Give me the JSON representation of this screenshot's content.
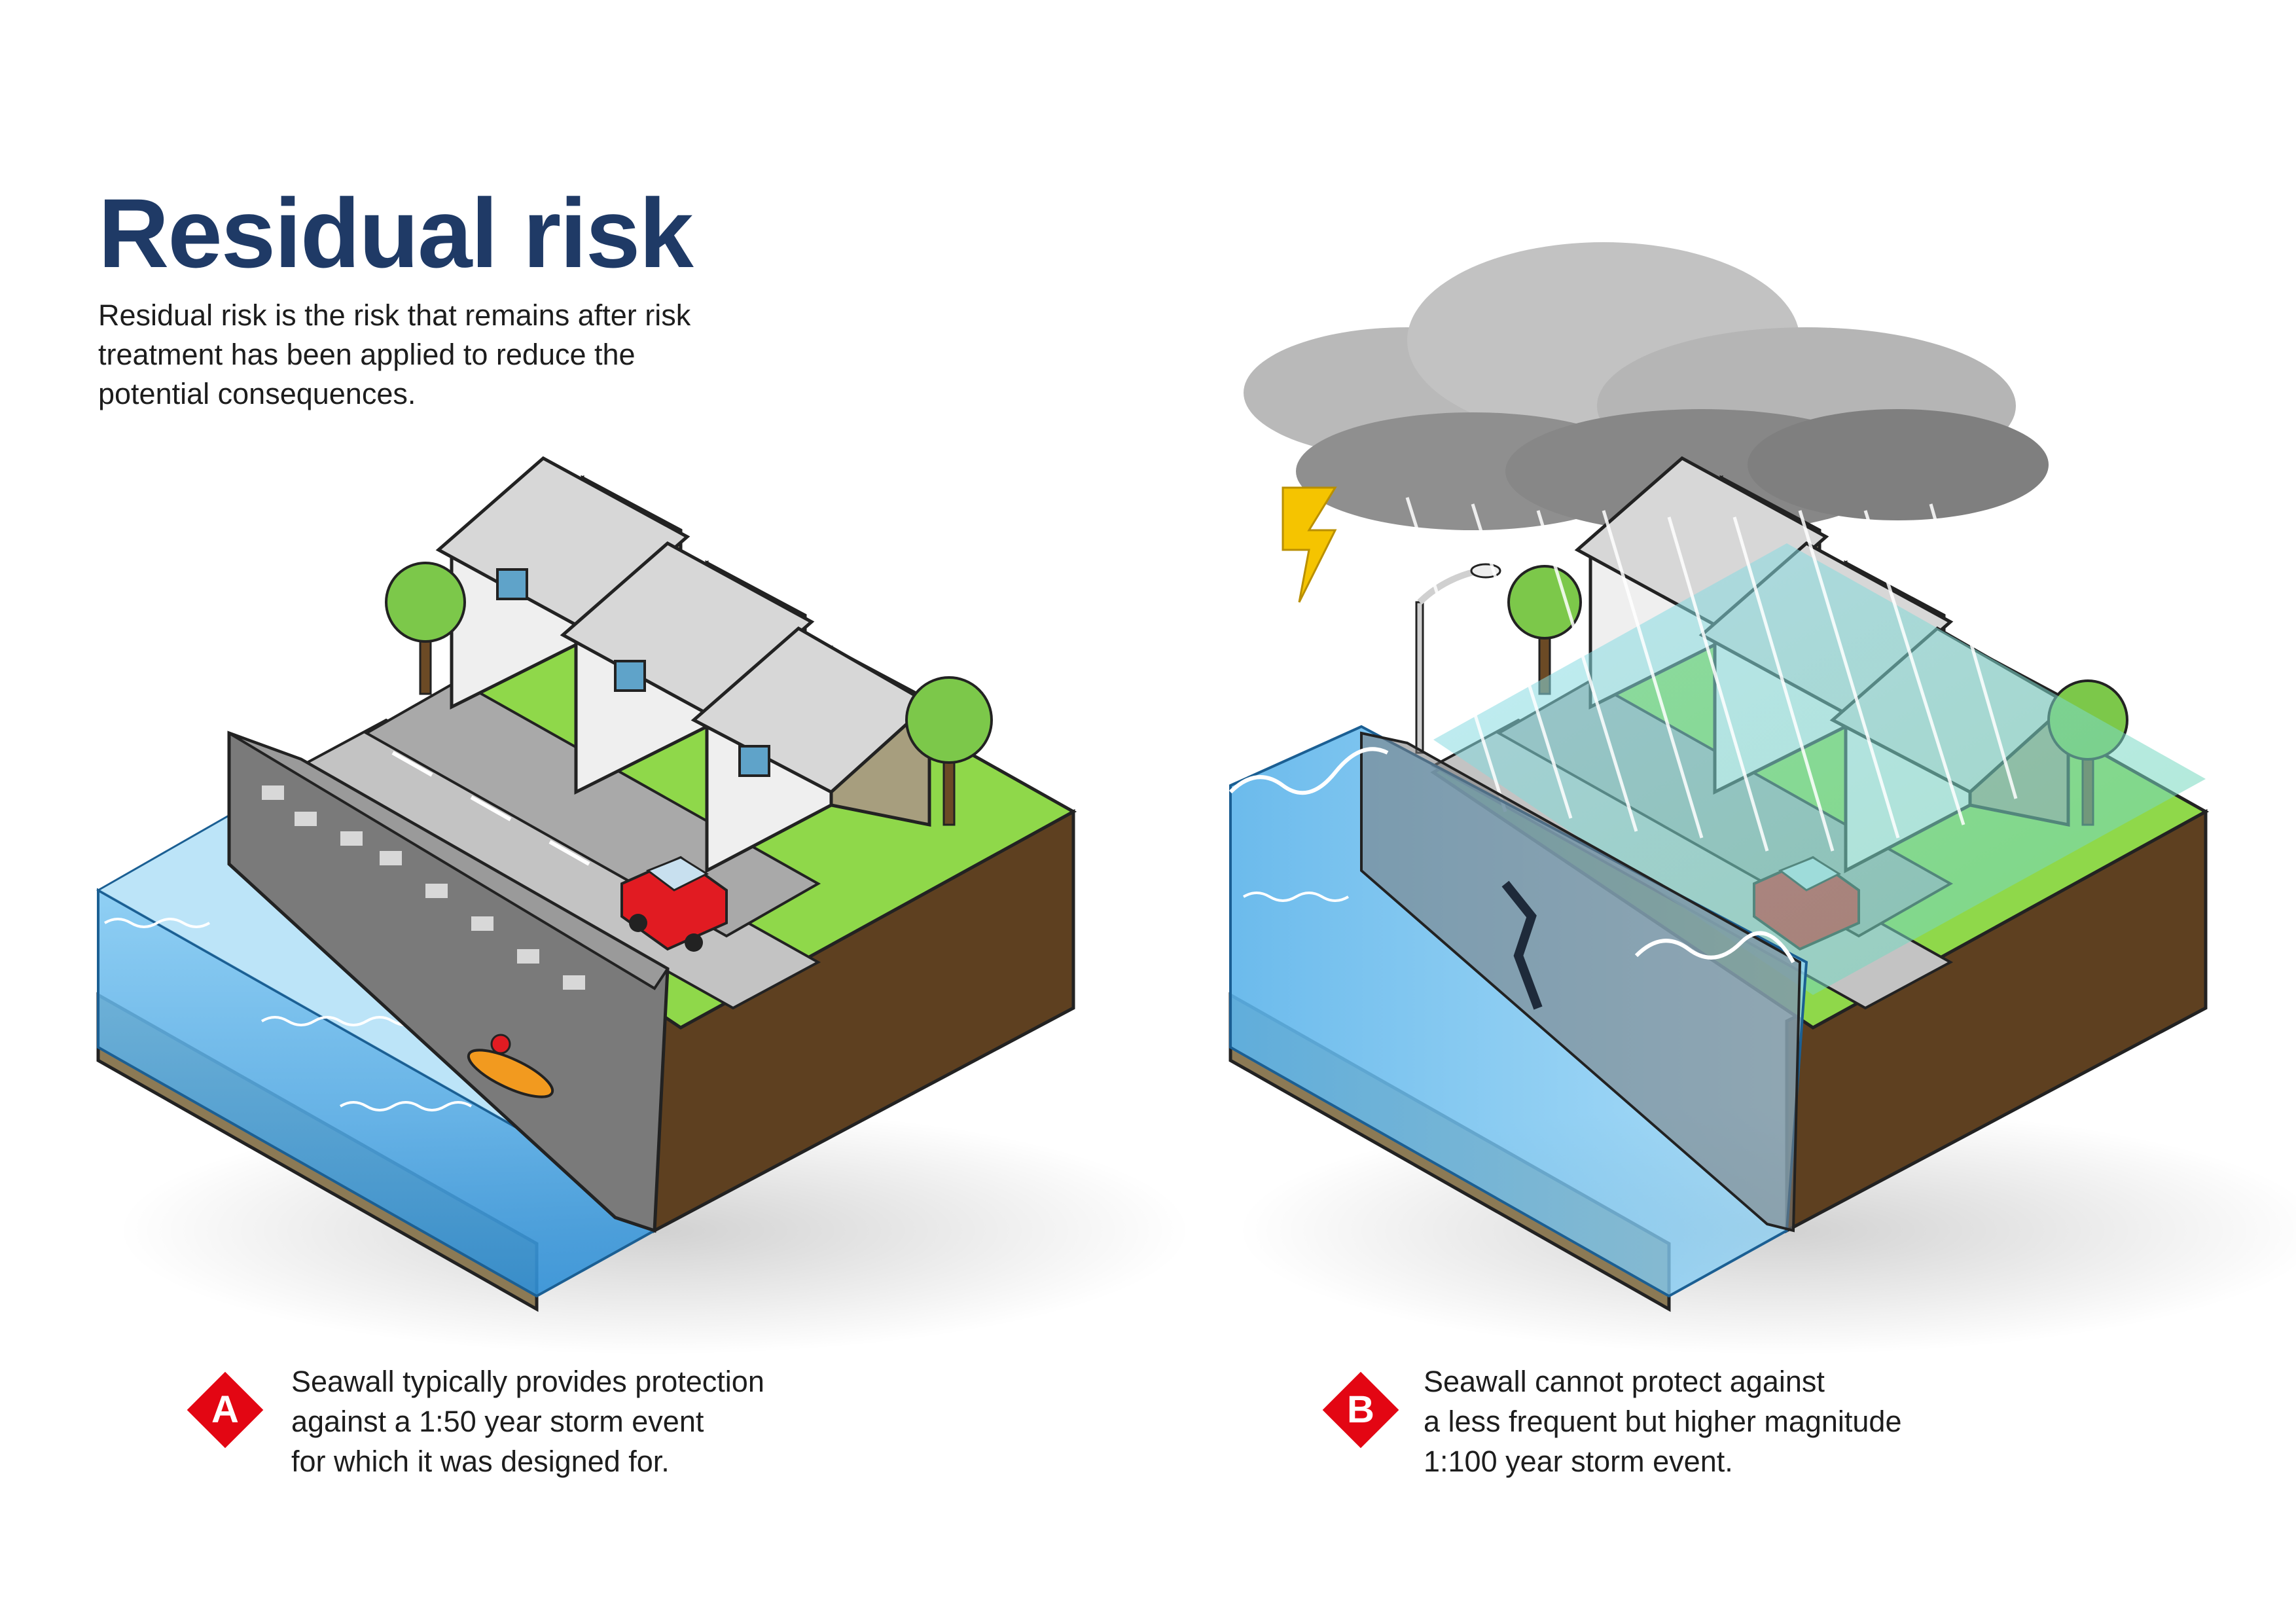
{
  "header": {
    "title": "Residual risk",
    "intro_lines": [
      "Residual risk is the risk that remains after risk",
      "treatment has been applied to reduce the",
      "potential consequences."
    ]
  },
  "scene_a": {
    "badge": "A",
    "caption_lines": [
      "Seawall typically provides protection",
      "against a 1:50 year storm event",
      "for which it was designed for."
    ]
  },
  "scene_b": {
    "badge": "B",
    "caption_lines": [
      "Seawall cannot protect against",
      "a less frequent but higher magnitude",
      "1:100 year storm event."
    ]
  },
  "colors": {
    "title": "#1f3a66",
    "badge": "#e30613",
    "water": "#4aa3e0",
    "grass": "#8ed84a",
    "soil": "#6b4a25",
    "road": "#c9c9c9",
    "car": "#e11b22",
    "cloud": "#9a9a9a",
    "lightning": "#f5c400"
  },
  "icons": [
    "house-icon",
    "tree-icon",
    "car-icon",
    "kayak-icon",
    "storm-cloud-icon",
    "lightning-icon",
    "street-lamp-icon",
    "seawall-icon"
  ]
}
